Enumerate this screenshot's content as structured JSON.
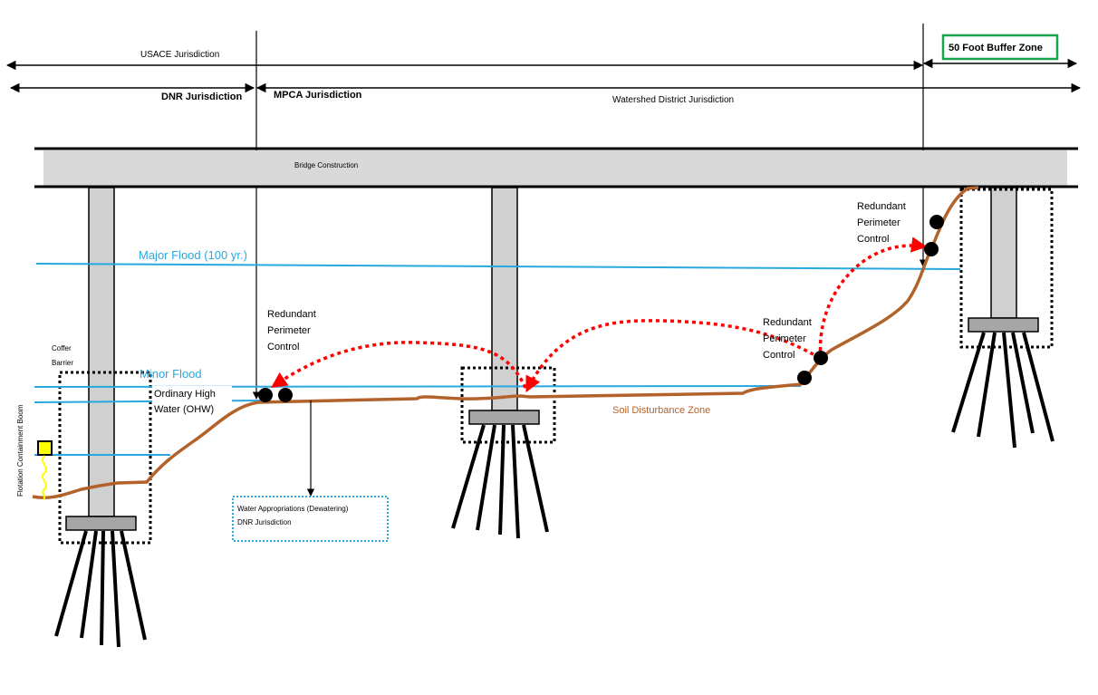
{
  "jurisdictions": {
    "usace": "USACE Jurisdiction",
    "dnr": "DNR Jurisdiction",
    "mpca": "MPCA Jurisdiction",
    "watershed": "Watershed District Jurisdiction",
    "buffer": "50 Foot Buffer Zone"
  },
  "bridge_label": "Bridge Construction",
  "water_levels": {
    "major_flood": "Major Flood (100 yr.)",
    "minor_flood": "Minor Flood",
    "ohw_line1": "Ordinary High",
    "ohw_line2": "Water (OHW)"
  },
  "perimeter_controls": [
    {
      "l1": "Redundant",
      "l2": "Perimeter",
      "l3": "Control"
    },
    {
      "l1": "Redundant",
      "l2": "Perimeter",
      "l3": "Control"
    },
    {
      "l1": "Redundant",
      "l2": "Perimeter",
      "l3": "Control"
    }
  ],
  "coffer": {
    "l1": "Coffer",
    "l2": "Barrier"
  },
  "boom_label": "Flotation Containment Boom",
  "soil_zone": "Soil Disturbance Zone",
  "water_appropriations": {
    "l1": "Water Appropriations (Dewatering)",
    "l2": "DNR Jurisdiction"
  },
  "colors": {
    "water": "#29a8e0",
    "soil": "#b2622b",
    "flow_arrow": "#ff0000",
    "buffer_border": "#1aa34a",
    "bridge_deck": "#d9d9d9",
    "pier": "#d0d0d0",
    "boom": "#ffff00"
  }
}
